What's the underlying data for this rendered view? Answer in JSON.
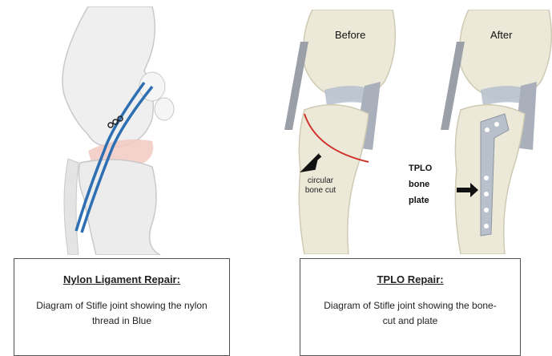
{
  "left_caption": {
    "title": "Nylon Ligament Repair:",
    "text": "Diagram of Stifle joint showing the nylon thread in Blue"
  },
  "right_caption": {
    "title": "TPLO Repair:",
    "text": "Diagram of Stifle joint showing the bone-cut and plate"
  },
  "labels": {
    "before": "Before",
    "after": "After",
    "cut": "circular bone cut",
    "plate": "TPLO bone plate"
  },
  "colors": {
    "bone": "#ece9d8",
    "bone_shade": "#cfcab4",
    "nylon_thread": "#2e6fb3",
    "cut_line": "#d0342c",
    "meniscus_pink": "#f2c9c1",
    "ligament_gray": "#9a9fa8",
    "plate": "#b8c0cc"
  }
}
